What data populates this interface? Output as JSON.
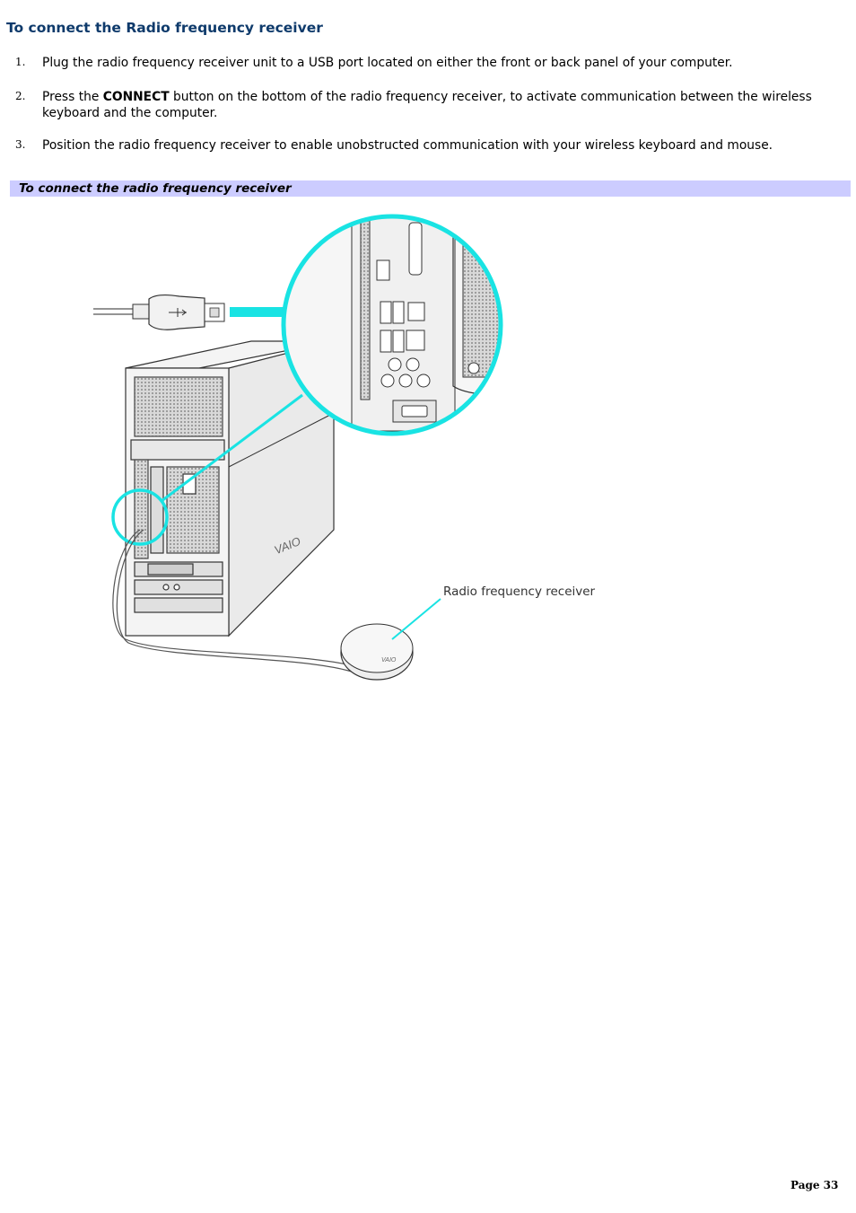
{
  "page": {
    "title": "To connect the Radio frequency receiver",
    "steps": [
      {
        "number": "1.",
        "text": "Plug the radio frequency receiver unit to a USB port located on either the front or back panel of your computer."
      },
      {
        "number": "2.",
        "pre": "Press the ",
        "bold": "CONNECT",
        "post": " button on the bottom of the radio frequency receiver, to activate communication between the wireless keyboard and the computer."
      },
      {
        "number": "3.",
        "text": "Position the radio frequency receiver to enable unobstructed communication with your wireless keyboard and mouse."
      }
    ],
    "figure_caption": "To connect the radio frequency receiver",
    "figure": {
      "callout_label": "Radio frequency receiver",
      "brand_mark": "VAIO",
      "accent_color": "#19e3e3"
    },
    "footer": "Page 33"
  }
}
